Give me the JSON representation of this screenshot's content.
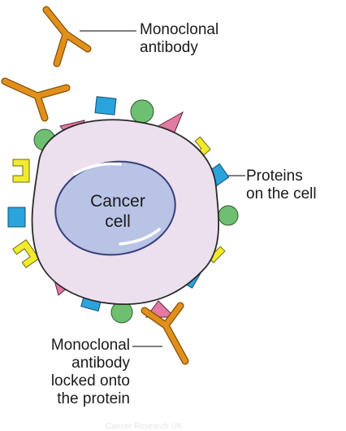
{
  "labels": {
    "monoclonal_antibody": "Monoclonal\nantibody",
    "proteins_on_cell": "Proteins\non the cell",
    "cancer_cell": "Cancer\ncell",
    "locked_antibody": "Monoclonal\nantibody\nlocked onto\nthe protein"
  },
  "credit": "Cancer Research UK",
  "colors": {
    "antibody": "#e0901c",
    "antibody_outline": "#8a4f00",
    "cell_membrane": "#ece0ee",
    "cell_outline": "#2a2a2a",
    "nucleus": "#b8c3e6",
    "nucleus_outline": "#36407a",
    "protein_pink": "#e27aa3",
    "protein_green": "#6fbf72",
    "protein_blue": "#2ba3dc",
    "protein_yellow": "#f2ea2e"
  }
}
